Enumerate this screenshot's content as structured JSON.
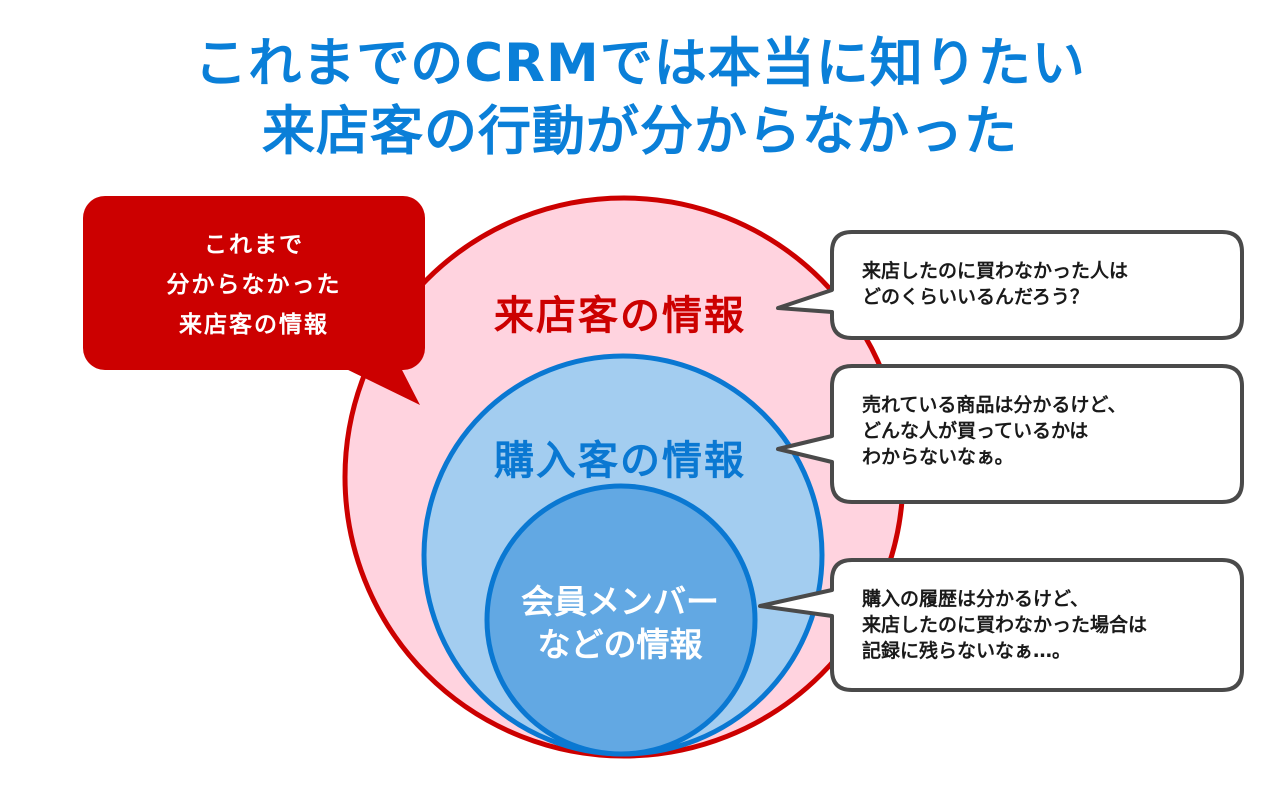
{
  "title": {
    "line1": "これまでのCRMでは本当に知りたい",
    "line2": "来店客の行動が分からなかった"
  },
  "colors": {
    "title": "#0a7fd8",
    "visitor_fill": "#ffd3df",
    "visitor_stroke": "#cc0000",
    "purchaser_fill": "#a3cdf0",
    "purchaser_stroke": "#0a78d2",
    "member_fill": "#62a8e3",
    "member_stroke": "#0a78d2",
    "callout_fill": "#cc0000",
    "bubble_stroke": "#4a4a4a"
  },
  "callout": {
    "lines": [
      "これまで",
      "分からなかった",
      "来店客の情報"
    ]
  },
  "circles": {
    "visitor": {
      "label": "来店客の情報"
    },
    "purchaser": {
      "label": "購入客の情報"
    },
    "member": {
      "lines": [
        "会員メンバー",
        "などの情報"
      ]
    }
  },
  "bubbles": [
    {
      "lines": [
        "来店したのに買わなかった人は",
        "どのくらいいるんだろう？"
      ]
    },
    {
      "lines": [
        "売れている商品は分かるけど、",
        "どんな人が買っているかは",
        "わからないなぁ。"
      ]
    },
    {
      "lines": [
        "購入の履歴は分かるけど、",
        "来店したのに買わなかった場合は",
        "記録に残らないなぁ…。"
      ]
    }
  ]
}
